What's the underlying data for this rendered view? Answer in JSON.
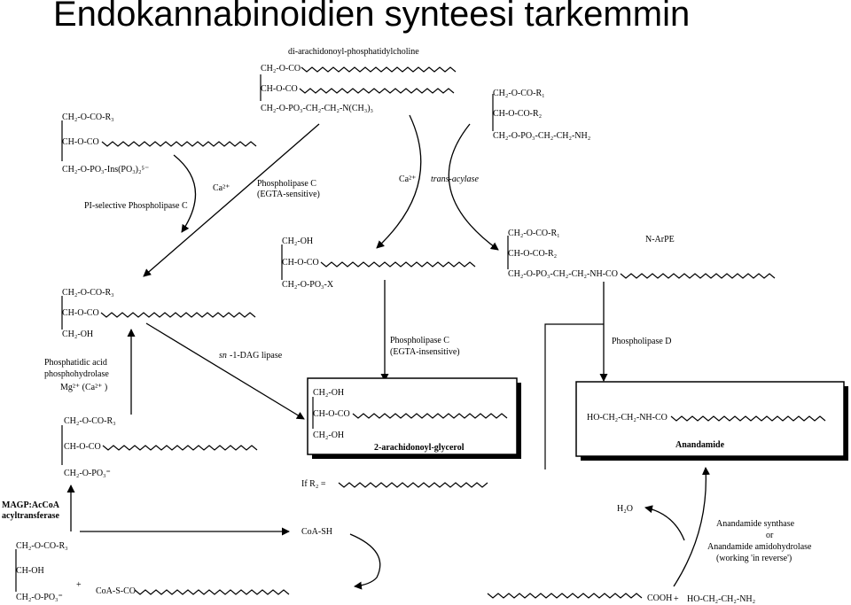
{
  "title": "Endokannabinoidien synteesi tarkemmin",
  "molecules": {
    "di_arachidonoyl_pc": {
      "name": "di-arachidonoyl-phosphatidylcholine",
      "line1": "CH₂-O-CO",
      "line2": "CH-O-CO",
      "line3": "CH₂-O-PO₃-CH₂-CH₂-N(CH₃)₃"
    },
    "phosphatidylethanolamine": {
      "line1": "CH₂-O-CO-R₁",
      "line2": "CH-O-CO-R₂",
      "line3": "CH₂-O-PO₃-CH₂-CH₂-NH₂"
    },
    "pi_lipid": {
      "line1": "CH₂-O-CO-R₃",
      "line2": "CH-O-CO",
      "line3": "CH₂-O-PO₃-Ins(PO₃)₂⁵⁻"
    },
    "lyso_phospholipid": {
      "line1": "CH₂-OH",
      "line2": "CH-O-CO",
      "line3": "CH₂-O-PO₃-X"
    },
    "n_arpe": {
      "name": "N-ArPE",
      "line1": "CH₂-O-CO-R₁",
      "line2": "CH-O-CO-R₂",
      "line3": "CH₂-O-PO₃-CH₂-CH₂-NH-CO"
    },
    "dag": {
      "line1": "CH₂-O-CO-R₃",
      "line2": "CH-O-CO",
      "line3": "CH₂-OH"
    },
    "two_ag": {
      "name": "2-arachidonoyl-glycerol",
      "line1": "CH₂-OH",
      "line2": "CH-O-CO",
      "line3": "CH₂-OH"
    },
    "anandamide": {
      "name": "Anandamide",
      "formula": "HO-CH₂-CH₂-NH-CO"
    },
    "lysophosphatidic_acid": {
      "line1": "CH₂-O-CO-R₃",
      "line2": "CH-O-CO",
      "line3": "CH₂-O-PO₃⁼"
    },
    "magp": {
      "line1": "CH₂-O-CO-R₃",
      "line2": "CH-OH",
      "line3": "CH₂-O-PO₃⁼"
    },
    "acyl_coa": "CoA-S-CO",
    "coa_sh": "CoA-SH",
    "plus": "+",
    "if_r2": "If R₂ =",
    "cooh": "COOH",
    "ethanolamine": "HO-CH₂-CH₂-NH₂",
    "h2o": "H₂O"
  },
  "enzymes": {
    "pi_plc": "PI-selective Phospholipase C",
    "ca2": "Ca²⁺",
    "plc_egta_sens_1": "Phospholipase C",
    "plc_egta_sens_2": "(EGTA-sensitive)",
    "trans_acylase": "trans-acylase",
    "plc_egta_insens_1": "Phospholipase C",
    "plc_egta_insens_2": "(EGTA-insensitive)",
    "pld": "Phospholipase D",
    "dag_lipase_prefix": "sn",
    "dag_lipase": "-1-DAG lipase",
    "pap_1": "Phosphatidic acid",
    "pap_2": "phosphohydrolase",
    "pap_3": "Mg²⁺ (Ca²⁺ )",
    "magp_1": "MAGP:AcCoA",
    "magp_2": "acyltransferase",
    "synthase_1": "Anandamide synthase",
    "synthase_2": "or",
    "synthase_3": "Anandamide amidohydrolase",
    "synthase_4": "(working 'in reverse')"
  }
}
